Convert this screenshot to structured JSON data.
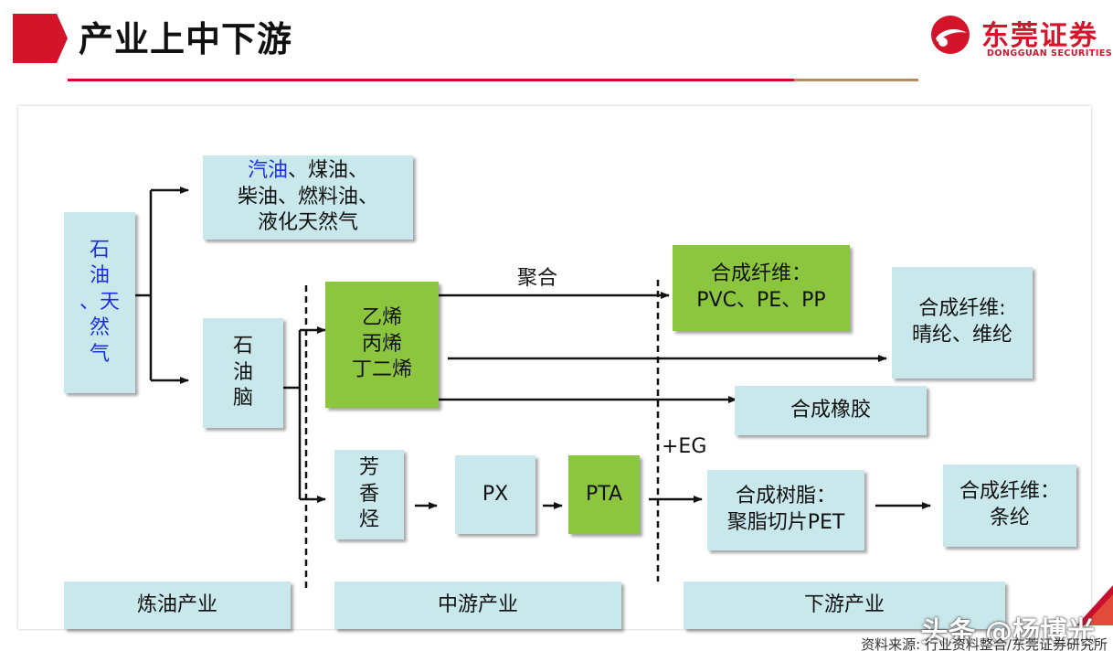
{
  "header": {
    "title": "产业上中下游"
  },
  "logo": {
    "cn": "东莞证券",
    "en": "DONGGUAN SECURITIES",
    "brand_color": "#d4142a"
  },
  "diagram": {
    "crude": [
      "石",
      "油",
      "、天",
      "然",
      "气"
    ],
    "fuels": {
      "line1_blue": "汽油",
      "line1_rest": "、煤油、",
      "line2": "柴油、燃料油、",
      "line3": "液化天然气"
    },
    "naphtha": [
      "石",
      "油",
      "脑"
    ],
    "olefins": [
      "乙烯",
      "丙烯",
      "丁二烯"
    ],
    "aromatics": [
      "芳",
      "香",
      "烃"
    ],
    "px": "PX",
    "pta": "PTA",
    "fiber_pvc": [
      "合成纤维：",
      "PVC、PE、PP"
    ],
    "fiber_nitrile": [
      "合成纤维:",
      "晴纶、维纶"
    ],
    "rubber": "合成橡胶",
    "resin": [
      "合成树脂：",
      "聚脂切片PET"
    ],
    "fiber_polyester": [
      "合成纤维：",
      "条纶"
    ],
    "label_polymerize": "聚合",
    "label_eg": "+EG",
    "stages": [
      "炼油产业",
      "中游产业",
      "下游产业"
    ]
  },
  "footer": {
    "watermark": "头条 @杨博光",
    "source": "资料来源: 行业资料整合/东莞证券研究所"
  },
  "colors": {
    "box_fill": "#c8e8ec",
    "green_fill": "#8cc63f",
    "accent_red": "#c8102e",
    "accent_tan": "#b98a5a"
  }
}
